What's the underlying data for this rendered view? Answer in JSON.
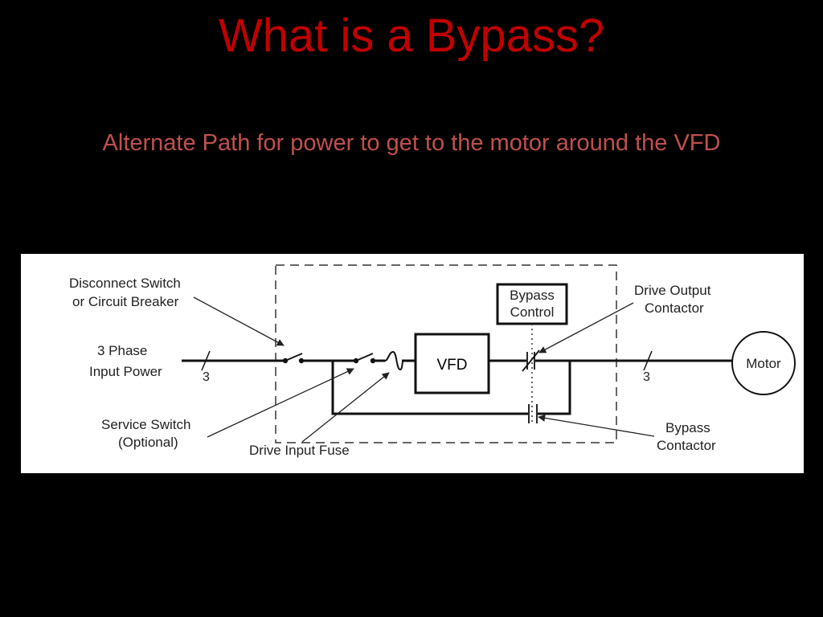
{
  "title": "What is a Bypass?",
  "subtitle": "Alternate Path for power to get to the motor around the VFD",
  "colors": {
    "title": "#c00000",
    "subtitle": "#c0504d",
    "background": "#000000",
    "panel": "#ffffff"
  },
  "diagram": {
    "disconnect_label": [
      "Disconnect Switch",
      "or Circuit Breaker"
    ],
    "input_power_label": [
      "3 Phase",
      "Input Power"
    ],
    "input_phase_count": "3",
    "service_switch_label": [
      "Service Switch",
      "(Optional)"
    ],
    "drive_input_fuse_label": "Drive Input Fuse",
    "vfd_label": "VFD",
    "bypass_control_label": [
      "Bypass",
      "Control"
    ],
    "drive_output_contactor_label": [
      "Drive Output",
      "Contactor"
    ],
    "output_phase_count": "3",
    "bypass_contactor_label": [
      "Bypass",
      "Contactor"
    ],
    "motor_label": "Motor"
  }
}
